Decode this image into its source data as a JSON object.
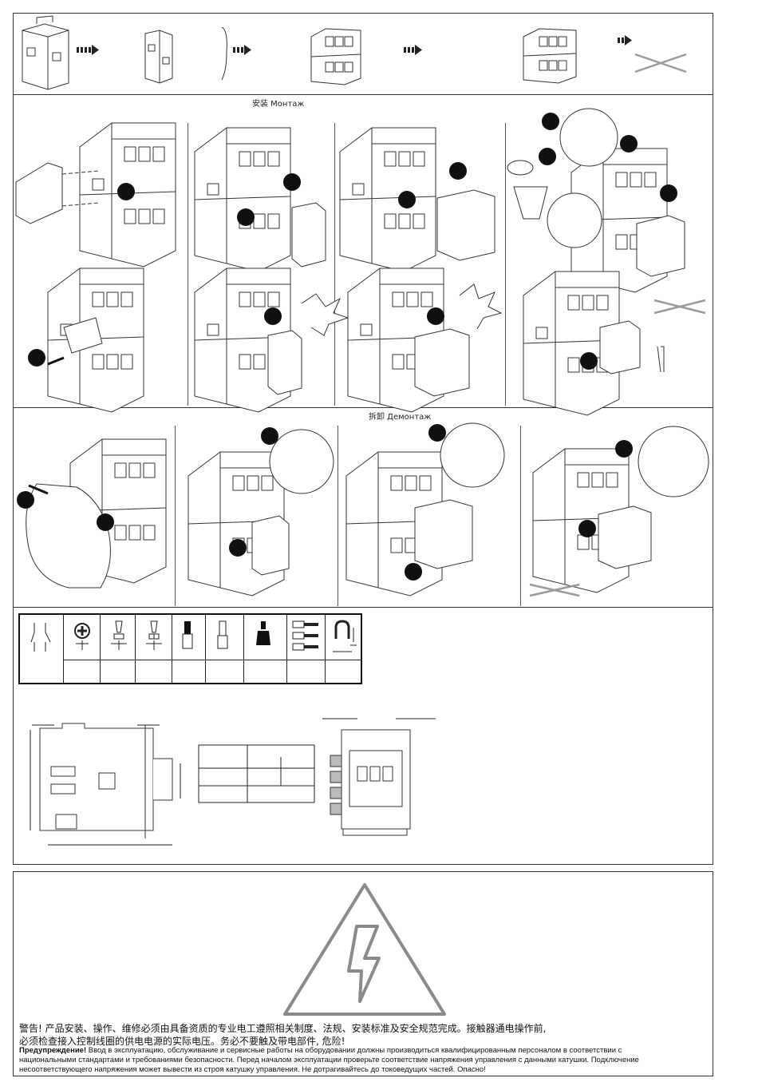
{
  "sections": {
    "install_caption": "安装  Монтаж",
    "remove_caption": "拆卸  Демонтаж"
  },
  "warning": {
    "cn_line1": "警告! 产品安装、操作、维修必须由具备资质的专业电工遵照相关制度、法规、安装标准及安全规范完成。接触器通电操作前,",
    "cn_line2": "必须检查接入控制线圈的供电电源的实际电压。务必不要触及带电部件, 危险!",
    "ru_label": "Предупреждение!",
    "ru_line1": " Ввод в эксплуатацию, обслуживание и сервисные работы на оборудовании должны производиться квалифицированным персоналом в соответствии с",
    "ru_line2": "национальными стандартами и требованиями безопасности. Перед началом эксплуатации проверьте соответствие напряжения управления с данными катушки. Подключение",
    "ru_line3": "несоответствующего напряжения может вывести из строя катушку управления. Не дотрагивайтесь до токоведущих частей. Опасно!"
  },
  "icons": {
    "top_row": [
      "aux-block-icon",
      "arrow-right-icon",
      "aux-block-small-icon",
      "brace-icon",
      "contactor-top-icon",
      "contactor-alt-icon",
      "cross-icon"
    ],
    "tools": [
      "contact-symbol-icon",
      "screwdriver-pozi-icon",
      "screwdriver-flat-icon",
      "screwdriver-pozi-2-icon",
      "ferrule-icon",
      "ferrule-2-icon",
      "ferrule-insulated-icon",
      "cable-lug-icon",
      "fork-lug-icon"
    ],
    "danger": "high-voltage-warning-icon"
  },
  "colors": {
    "line": "#333333",
    "gray": "#9a9a9a",
    "fill": "#ffffff"
  }
}
